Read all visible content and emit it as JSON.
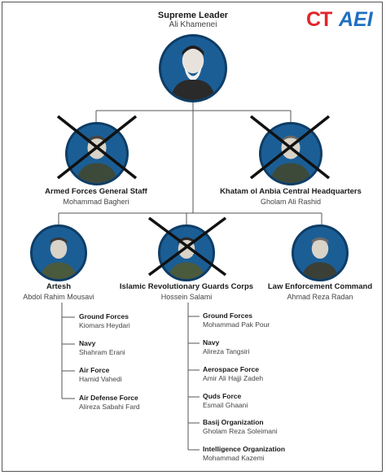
{
  "logo": {
    "left": "CT",
    "right": "AEI"
  },
  "colors": {
    "portrait_fill": "#1b5e96",
    "portrait_ring": "#0e3d66",
    "cross": "#111111",
    "line": "#555555"
  },
  "leader": {
    "title": "Supreme Leader",
    "name": "Ali Khamenei"
  },
  "level2": [
    {
      "title": "Armed Forces General Staff",
      "name": "Mohammad Bagheri",
      "crossed": true
    },
    {
      "title": "Khatam ol Anbia Central Headquarters",
      "name": "Gholam Ali Rashid",
      "crossed": true
    }
  ],
  "level3": [
    {
      "title": "Artesh",
      "name": "Abdol Rahim Mousavi",
      "crossed": false
    },
    {
      "title": "Islamic Revolutionary Guards Corps",
      "name": "Hossein Salami",
      "crossed": true
    },
    {
      "title": "Law Enforcement Command",
      "name": "Ahmad Reza Radan",
      "crossed": false
    }
  ],
  "artesh_branches": [
    {
      "title": "Ground Forces",
      "name": "Kiomars Heydari"
    },
    {
      "title": "Navy",
      "name": "Shahram Erani"
    },
    {
      "title": "Air Force",
      "name": "Hamid Vahedi"
    },
    {
      "title": "Air Defense Force",
      "name": "Alireza Sabahi Fard"
    }
  ],
  "irgc_branches": [
    {
      "title": "Ground Forces",
      "name": "Mohammad Pak Pour"
    },
    {
      "title": "Navy",
      "name": "Alireza Tangsiri"
    },
    {
      "title": "Aerospace Force",
      "name": "Amir Ali Hajji Zadeh"
    },
    {
      "title": "Quds Force",
      "name": "Esmail Ghaani"
    },
    {
      "title": "Basij Organization",
      "name": "Gholam Reza Soleimani"
    },
    {
      "title": "Intelligence Organization",
      "name": "Mohammad Kazemi"
    }
  ]
}
